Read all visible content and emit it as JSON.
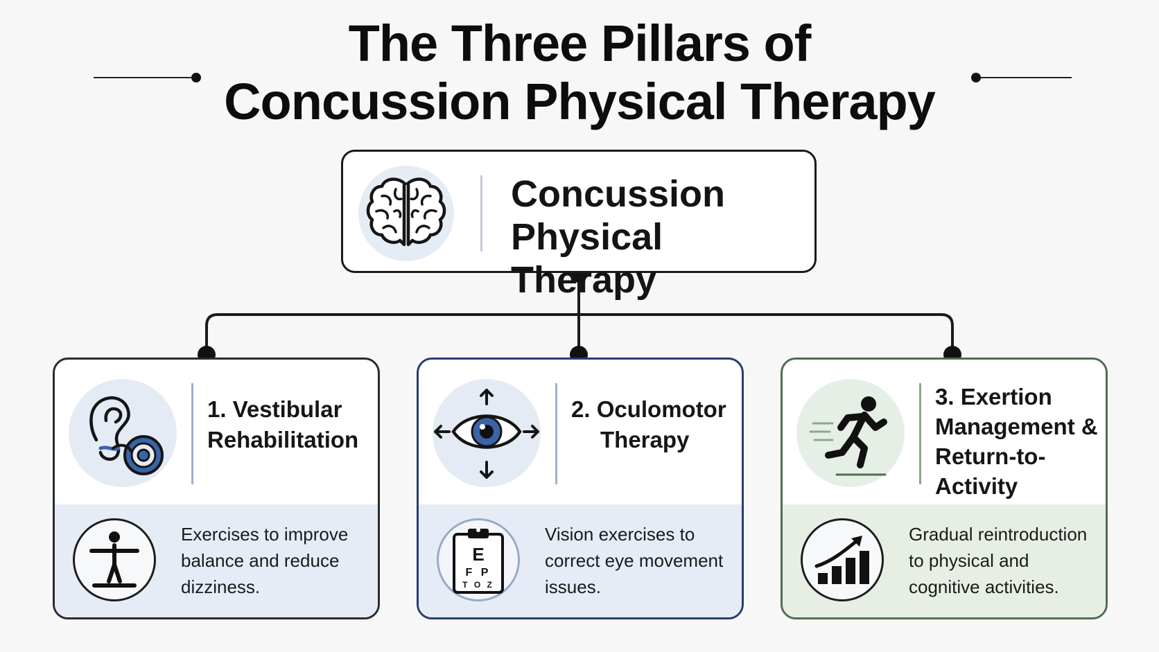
{
  "title": {
    "line1": "The Three Pillars of",
    "line2": "Concussion Physical Therapy"
  },
  "central_node": {
    "icon": "brain-icon",
    "line1": "Concussion",
    "line2": "Physical Therapy"
  },
  "pillars": [
    {
      "icon": "inner-ear-icon",
      "title_line1": "1. Vestibular",
      "title_line2": "Rehabilitation",
      "title_line3": "",
      "sub_icon": "balance-person-icon",
      "description": "Exercises to improve balance and reduce dizziness."
    },
    {
      "icon": "eye-icon",
      "title_line1": "2. Oculomotor",
      "title_line2": "Therapy",
      "title_line3": "",
      "sub_icon": "eye-chart-clipboard-icon",
      "sub_icon_text": {
        "row1": "E",
        "row2": "F P",
        "row3": "T O Z"
      },
      "description": "Vision exercises to correct eye movement issues."
    },
    {
      "icon": "running-person-icon",
      "title_line1": "3. Exertion",
      "title_line2": "Management &",
      "title_line3": "Return-to-Activity",
      "sub_icon": "growth-chart-icon",
      "description": "Gradual reintroduction to physical and cognitive activities."
    }
  ],
  "colors": {
    "pillar1_border": "#2b2b2b",
    "pillar2_border": "#263e6e",
    "pillar3_border": "#4e6d52",
    "blue_tint": "#e6ecf6",
    "green_tint": "#e7efe5",
    "icon_blue": "#3a64a8"
  }
}
